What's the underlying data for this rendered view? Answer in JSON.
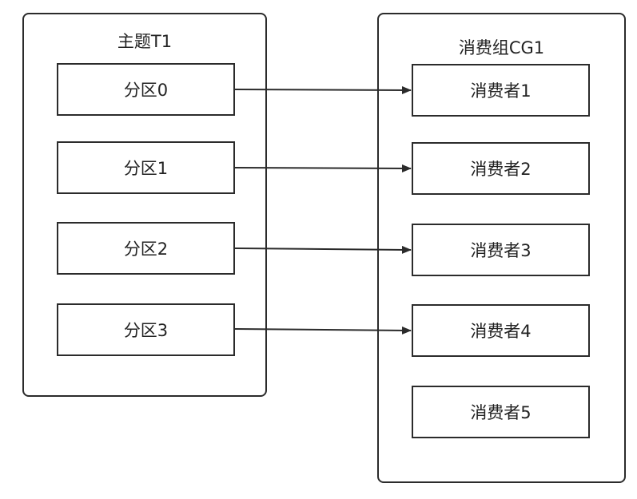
{
  "topic": {
    "title": "主题T1",
    "partitions": [
      {
        "label": "分区0"
      },
      {
        "label": "分区1"
      },
      {
        "label": "分区2"
      },
      {
        "label": "分区3"
      }
    ]
  },
  "consumer_group": {
    "title": "消费组CG1",
    "consumers": [
      {
        "label": "消费者1"
      },
      {
        "label": "消费者2"
      },
      {
        "label": "消费者3"
      },
      {
        "label": "消费者4"
      },
      {
        "label": "消费者5"
      }
    ]
  },
  "colors": {
    "stroke": "#2b2b2b",
    "background": "#ffffff"
  }
}
